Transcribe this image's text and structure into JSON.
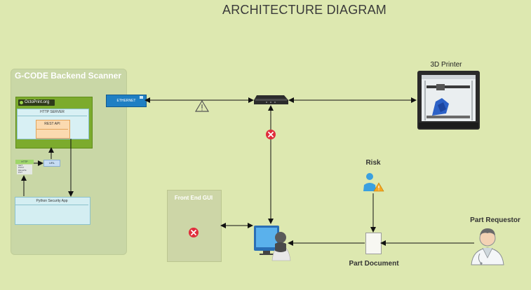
{
  "title": "ARCHITECTURE DIAGRAM",
  "backend": {
    "title": "G-CODE Backend Scanner",
    "octoprint_logo": "OctoPrint.org",
    "http_server": "HTTP SERVER",
    "rest_api": "REST API",
    "http_tag": "HTTP",
    "http_verbs": "GET\nPOST\nDELETE\nPUT",
    "url_tag": "URL",
    "python_app": "Python Security App"
  },
  "ethernet_label": "ETHERNET",
  "printer_label": "3D Printer",
  "frontend_label": "Front End GUI",
  "risk_label": "Risk",
  "requestor_label": "Part Requestor",
  "document_label": "Part Document",
  "icons": {
    "warning": "warning-triangle-icon",
    "blocked": "red-x-icon",
    "switch": "network-switch-icon",
    "printer": "3d-printer-icon",
    "user": "user-at-computer-icon",
    "risk_person": "person-warning-icon",
    "requestor": "doctor-avatar-icon"
  },
  "colors": {
    "background": "#dde8b0",
    "backend_title": "#ffffff",
    "octoprint_green": "#7cab2d",
    "ethernet_blue": "#1f7fc3",
    "block_red": "#e02d3c"
  }
}
